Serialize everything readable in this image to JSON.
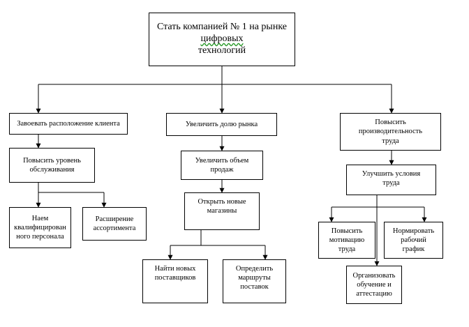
{
  "goal": {
    "line1": "Стать компанией № 1 на рынке",
    "line2": "цифровых",
    "line3": "технологий"
  },
  "branches": [
    {
      "title": "Завоевать расположение клиента",
      "sub": {
        "line1": "Повысить уровень",
        "line2": "обслуживания",
        "leaves": [
          {
            "line1": "Наем",
            "line2": "квалифицирован",
            "line3": "ного персонала"
          },
          {
            "line1": "Расширение",
            "line2": "ассортимента"
          }
        ]
      }
    },
    {
      "title": "Увеличить долю рынка",
      "sub": {
        "line1": "Увеличить объем",
        "line2": "продаж",
        "sub2": {
          "line1": "Открыть новые",
          "line2": "магазины",
          "leaves": [
            {
              "line1": "Найти новых",
              "line2": "поставщиков"
            },
            {
              "line1": "Определить",
              "line2": "маршруты",
              "line3": "поставок"
            }
          ]
        }
      }
    },
    {
      "title": {
        "line1": "Повысить",
        "line2": "производительность",
        "line3": "труда"
      },
      "sub": {
        "line1": "Улучшить условия",
        "line2": "труда",
        "leaves": [
          {
            "line1": "Повысить",
            "line2": "мотивацию",
            "line3": "труда"
          },
          {
            "line1": "Организовать",
            "line2": "обучение и",
            "line3": "аттестацию"
          },
          {
            "line1": "Нормировать",
            "line2": "рабочий",
            "line3": "график"
          }
        ]
      }
    }
  ]
}
